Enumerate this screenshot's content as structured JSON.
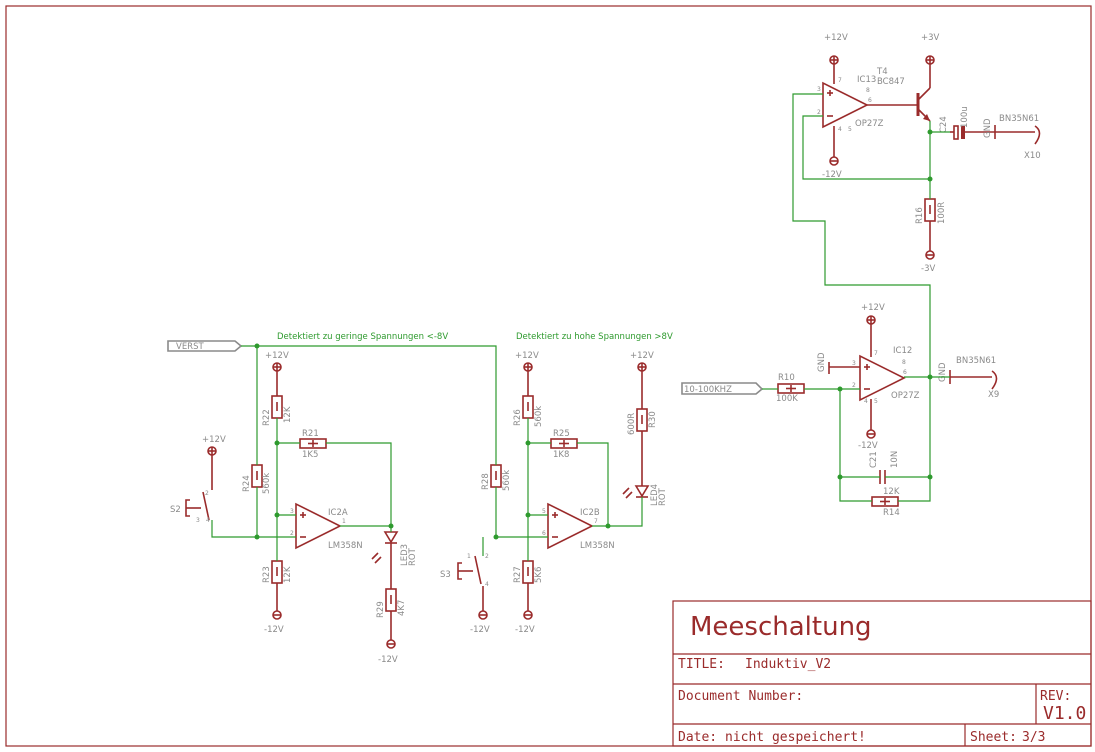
{
  "supplies": {
    "p12": "+12V",
    "m12": "-12V",
    "p3": "+3V",
    "m3": "-3V",
    "gnd": "GND"
  },
  "net_labels": {
    "low_detect": "Detektiert zu geringe Spannungen <-8V",
    "high_detect": "Detektiert zu hohe Spannungen >8V"
  },
  "ports": {
    "verst": "VERST",
    "freq": "10-100KHZ"
  },
  "components": {
    "ic2a": {
      "name": "IC2A",
      "type": "LM358N"
    },
    "ic2b": {
      "name": "IC2B",
      "type": "LM358N"
    },
    "ic12": {
      "name": "IC12",
      "type": "OP27Z"
    },
    "ic13": {
      "name": "IC13",
      "type": "OP27Z"
    },
    "t4": {
      "name": "T4",
      "type": "BC847"
    },
    "r10": {
      "name": "R10",
      "value": "100K"
    },
    "r14": {
      "name": "R14",
      "value": "12K"
    },
    "r16": {
      "name": "R16",
      "value": "100R"
    },
    "r21": {
      "name": "R21",
      "value": "1K5"
    },
    "r22": {
      "name": "R22",
      "value": "12K"
    },
    "r23": {
      "name": "R23",
      "value": "12K"
    },
    "r24": {
      "name": "R24",
      "value": "560k"
    },
    "r25": {
      "name": "R25",
      "value": "1K8"
    },
    "r26": {
      "name": "R26",
      "value": "560k"
    },
    "r27": {
      "name": "R27",
      "value": "5K6"
    },
    "r28": {
      "name": "R28",
      "value": "560k"
    },
    "r29": {
      "name": "R29",
      "value": "4K7"
    },
    "r30": {
      "name": "R30",
      "value": "600R"
    },
    "c21": {
      "name": "C21",
      "value": "10N"
    },
    "c24": {
      "name": "C24",
      "value": "100u"
    },
    "led3": {
      "name": "LED3",
      "value": "ROT"
    },
    "led4": {
      "name": "LED4",
      "value": "ROT"
    },
    "s2": {
      "name": "S2"
    },
    "s3": {
      "name": "S3"
    },
    "x9": {
      "name": "X9",
      "type": "BN35N61"
    },
    "x10": {
      "name": "X10",
      "type": "BN35N61"
    }
  },
  "title_block": {
    "heading": "Meeschaltung",
    "title_label": "TITLE:",
    "title_value": "Induktiv_V2",
    "docnum_label": "Document Number:",
    "rev_label": "REV:",
    "rev_value": "V1.0",
    "date_label": "Date:",
    "date_value": "nicht gespeichert!",
    "sheet_label": "Sheet:",
    "sheet_value": "3/3"
  }
}
